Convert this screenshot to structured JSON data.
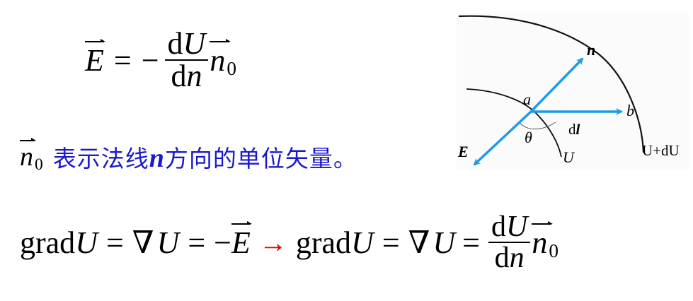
{
  "equation_1": {
    "lhs": "E",
    "equals": "=",
    "minus": "−",
    "numerator": {
      "d": "d",
      "var": "U"
    },
    "denominator": {
      "d": "d",
      "var": "n"
    },
    "unit_vector": {
      "base": "n",
      "sub": "0"
    }
  },
  "note": {
    "unit_vector": {
      "base": "n",
      "sub": "0"
    },
    "text_before": "表示法线",
    "bold_var": "n",
    "text_after": "方向的单位矢量。",
    "color": "#1a1acc"
  },
  "diagram": {
    "labels": {
      "n": "n",
      "a": "a",
      "b": "b",
      "dl_d": "d",
      "dl_l": "l",
      "theta": "θ",
      "E": "E",
      "U": "U",
      "U_plus_dU": "U+dU"
    },
    "arrow_color": "#1e9be6",
    "background": "#fbfbfb"
  },
  "equation_2": {
    "left": {
      "grad": "grad",
      "U1": "U",
      "eq1": "=",
      "nabla": "∇",
      "U2": "U",
      "eq2": "=",
      "minus": "−",
      "E": "E"
    },
    "arrow": "→",
    "arrow_color": "#e00000",
    "right": {
      "grad": "grad",
      "U1": "U",
      "eq1": "=",
      "nabla": "∇",
      "U2": "U",
      "eq2": "=",
      "numerator": {
        "d": "d",
        "var": "U"
      },
      "denominator": {
        "d": "d",
        "var": "n"
      },
      "unit_vector": {
        "base": "n",
        "sub": "0"
      }
    }
  }
}
